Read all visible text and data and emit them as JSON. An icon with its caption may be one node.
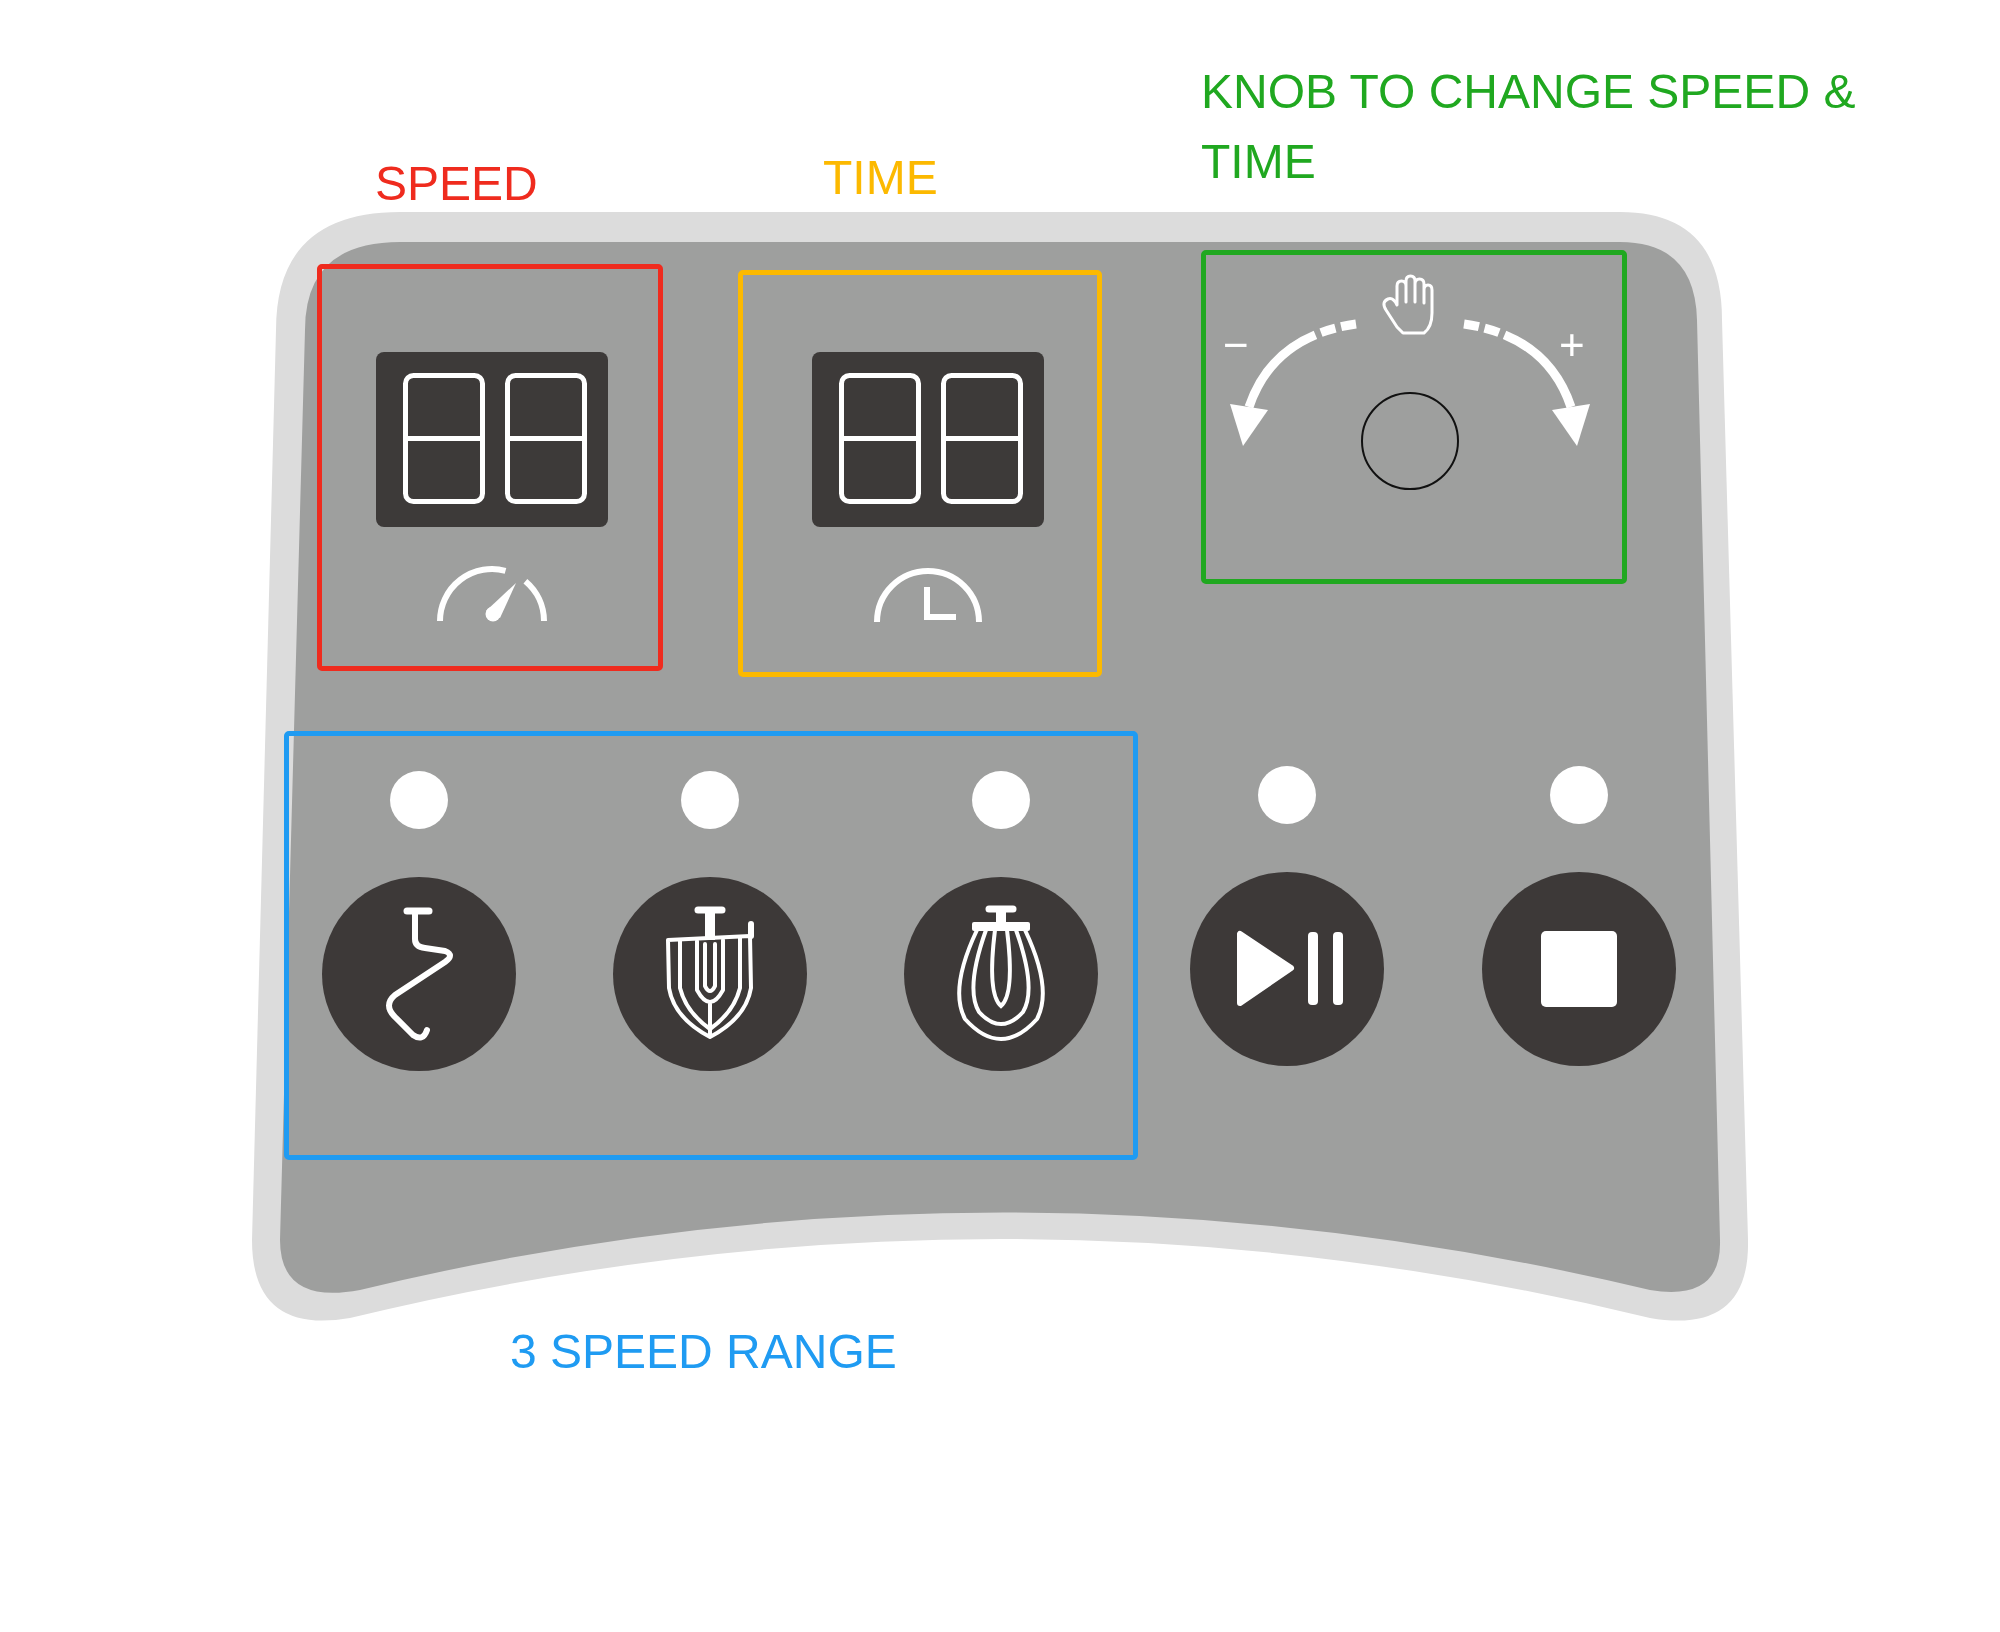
{
  "diagram": {
    "nodes": [
      {
        "text": [
          "SPEED"
        ]
      },
      {
        "text": [
          "TIME"
        ]
      },
      {
        "text": [
          "KNOB TO CHANGE SPEED & TIME"
        ]
      },
      {
        "text": [
          "3 SPEED RANGE"
        ]
      }
    ],
    "labels": [
      "−",
      "+"
    ]
  }
}
